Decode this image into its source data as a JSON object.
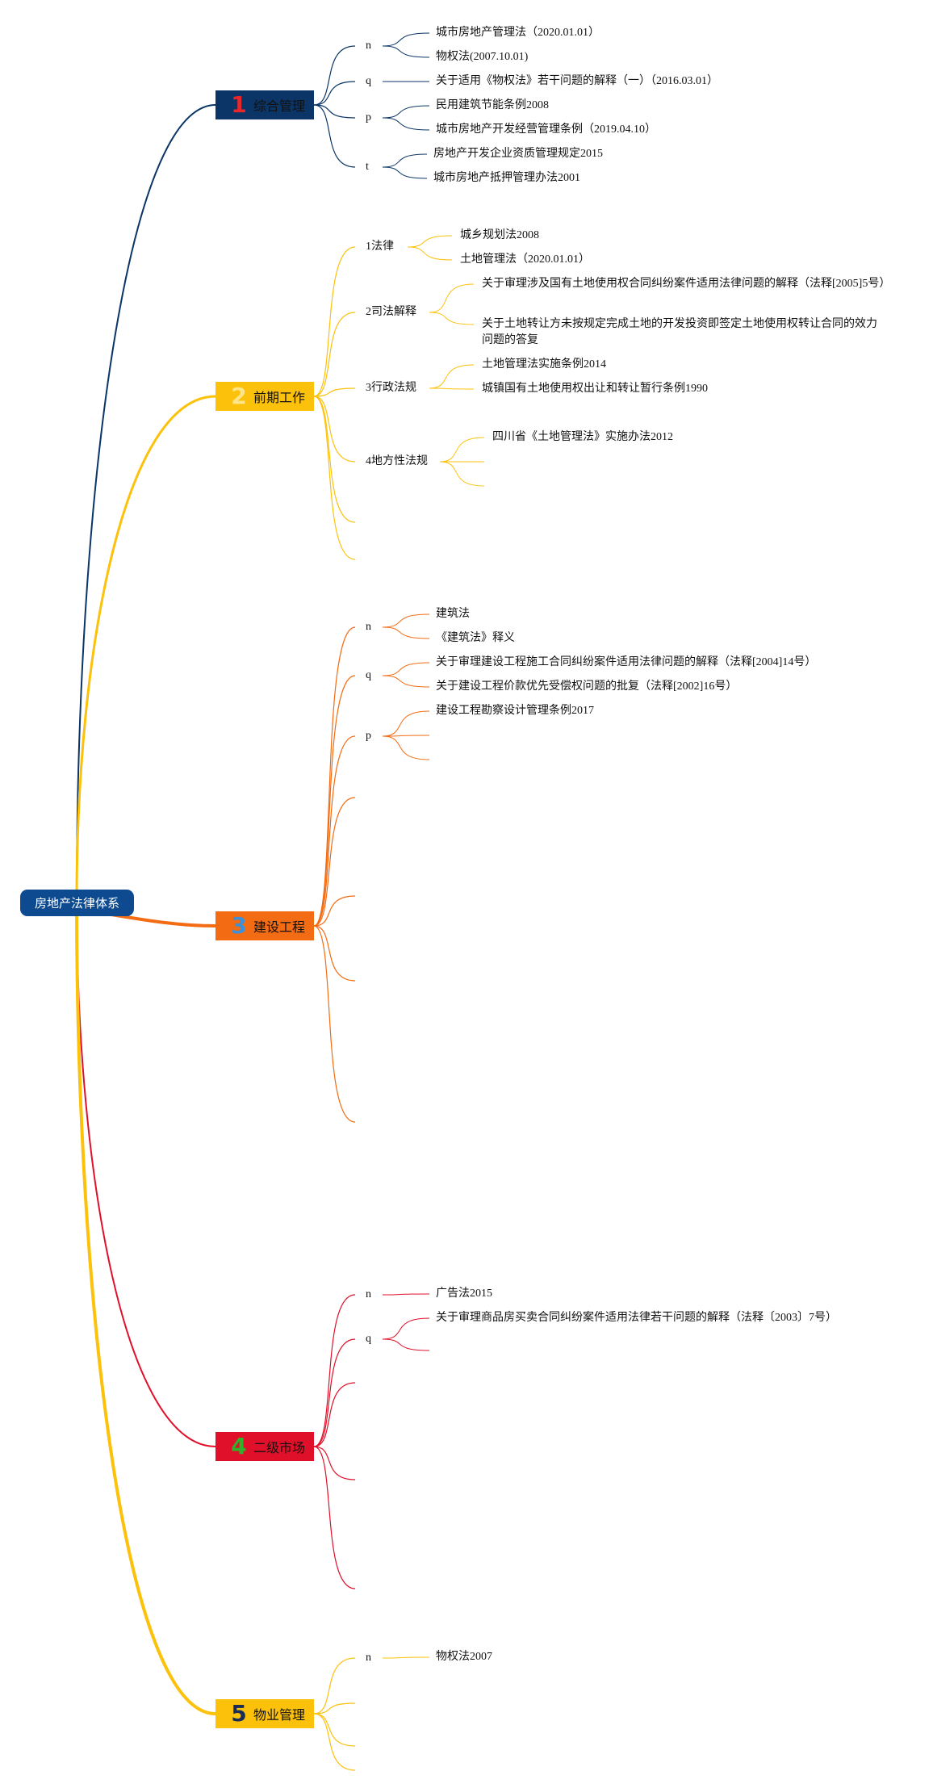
{
  "root": {
    "label": "房地产法律体系"
  },
  "branches": [
    {
      "number": "1",
      "label": "综合管理",
      "color": "#0b3566",
      "num_color": "#e8262c",
      "groups": [
        {
          "label": "n",
          "leaves": [
            "城市房地产管理法（2020.01.01）",
            "物权法(2007.10.01)"
          ]
        },
        {
          "label": "q",
          "leaves": [
            "关于适用《物权法》若干问题的解释（一）（2016.03.01）"
          ]
        },
        {
          "label": "p",
          "leaves": [
            "民用建筑节能条例2008",
            "城市房地产开发经营管理条例（2019.04.10）"
          ]
        },
        {
          "label": "t",
          "leaves": [
            "房地产开发企业资质管理规定2015",
            "城市房地产抵押管理办法2001"
          ]
        }
      ]
    },
    {
      "number": "2",
      "label": "前期工作",
      "color": "#fcc10b",
      "num_color": "#ffe58a",
      "groups": [
        {
          "label": "1法律",
          "leaves": [
            "城乡规划法2008",
            "土地管理法（2020.01.01）"
          ]
        },
        {
          "label": "2司法解释",
          "leaves": [
            "关于审理涉及国有土地使用权合同纠纷案件适用法律问题的解释（法释[2005]5号）",
            "关于土地转让方未按规定完成土地的开发投资即签定土地使用权转让合同的效力问题的答复"
          ]
        },
        {
          "label": "3行政法规",
          "leaves": [
            "土地管理法实施条例2014",
            "城镇国有土地使用权出让和转让暂行条例1990"
          ]
        },
        {
          "label": "4地方性法规",
          "leaves": [
            "四川省《土地管理法》实施办法2012"
          ]
        }
      ]
    },
    {
      "number": "3",
      "label": "建设工程",
      "color": "#f36b12",
      "num_color": "#3d8fd6",
      "groups": [
        {
          "label": "n",
          "leaves": [
            "建筑法",
            "《建筑法》释义"
          ]
        },
        {
          "label": "q",
          "leaves": [
            "关于审理建设工程施工合同纠纷案件适用法律问题的解释（法释[2004]14号）",
            "关于建设工程价款优先受偿权问题的批复（法释[2002]16号）"
          ]
        },
        {
          "label": "p",
          "leaves": [
            "建设工程勘察设计管理条例2017"
          ]
        }
      ]
    },
    {
      "number": "4",
      "label": "二级市场",
      "color": "#e0102a",
      "num_color": "#2fb12a",
      "groups": [
        {
          "label": "n",
          "leaves": [
            "广告法2015"
          ]
        },
        {
          "label": "q",
          "leaves": [
            "关于审理商品房买卖合同纠纷案件适用法律若干问题的解释（法释〔2003〕7号）"
          ]
        }
      ]
    },
    {
      "number": "5",
      "label": "物业管理",
      "color": "#fcc10b",
      "num_color": "#1a2d57",
      "groups": [
        {
          "label": "n",
          "leaves": [
            "物权法2007"
          ]
        }
      ]
    }
  ]
}
